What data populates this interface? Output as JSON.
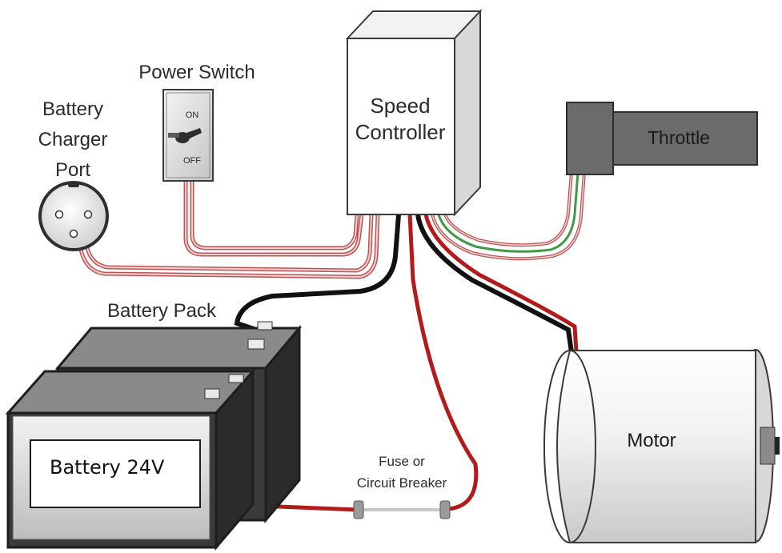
{
  "labels": {
    "power_switch": "Power Switch",
    "switch_on": "ON",
    "switch_off": "OFF",
    "charger_line1": "Battery",
    "charger_line2": "Charger",
    "charger_line3": "Port",
    "controller_line1": "Speed",
    "controller_line2": "Controller",
    "throttle": "Throttle",
    "battery_pack": "Battery Pack",
    "battery_box": "Battery 24V",
    "fuse_line1": "Fuse or",
    "fuse_line2": "Circuit Breaker",
    "motor": "Motor"
  },
  "colors": {
    "wire_red": "#b31b1b",
    "wire_black": "#111111",
    "wire_green": "#3f9a45",
    "wire_pink": "#e3a3a3",
    "component_gray": "#3a3a3a",
    "throttle_gray": "#6b6b6b"
  }
}
